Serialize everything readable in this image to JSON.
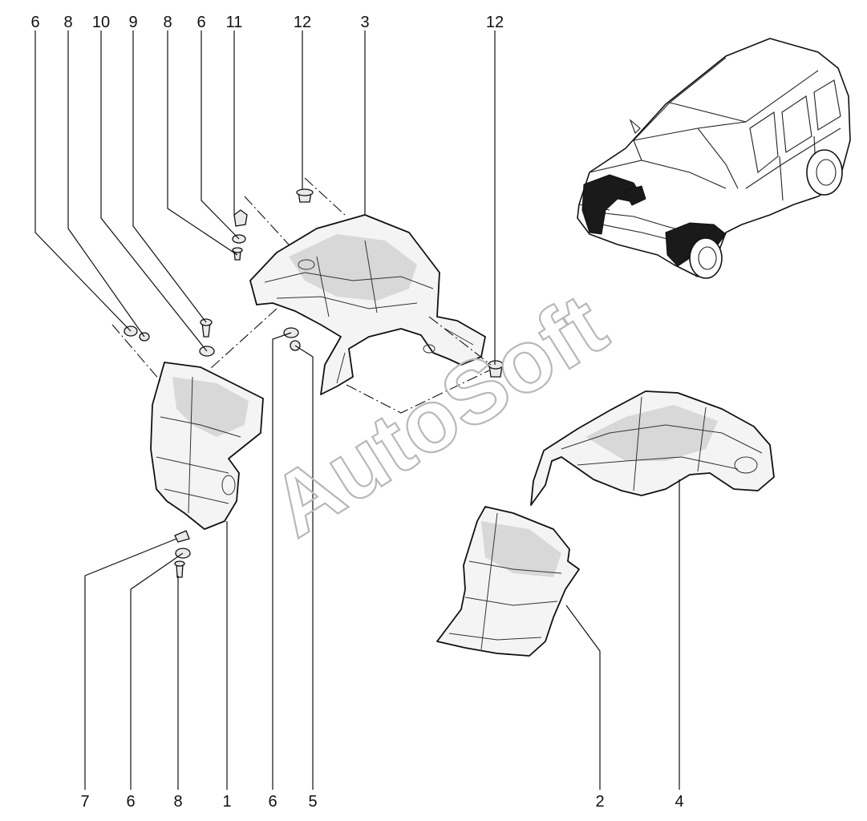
{
  "callouts": {
    "top": [
      {
        "id": "t1",
        "label": "6"
      },
      {
        "id": "t2",
        "label": "8"
      },
      {
        "id": "t3",
        "label": "10"
      },
      {
        "id": "t4",
        "label": "9"
      },
      {
        "id": "t5",
        "label": "8"
      },
      {
        "id": "t6",
        "label": "6"
      },
      {
        "id": "t7",
        "label": "11"
      },
      {
        "id": "t8",
        "label": "12"
      },
      {
        "id": "t9",
        "label": "3"
      },
      {
        "id": "t10",
        "label": "12"
      }
    ],
    "bottom": [
      {
        "id": "b1",
        "label": "7"
      },
      {
        "id": "b2",
        "label": "6"
      },
      {
        "id": "b3",
        "label": "8"
      },
      {
        "id": "b4",
        "label": "1"
      },
      {
        "id": "b5",
        "label": "6"
      },
      {
        "id": "b6",
        "label": "5"
      },
      {
        "id": "b7",
        "label": "2"
      },
      {
        "id": "b8",
        "label": "4"
      }
    ]
  },
  "watermark": "AutoSoft",
  "colors": {
    "line": "#111111",
    "watermark": "#b8b8b8",
    "background": "#ffffff"
  }
}
